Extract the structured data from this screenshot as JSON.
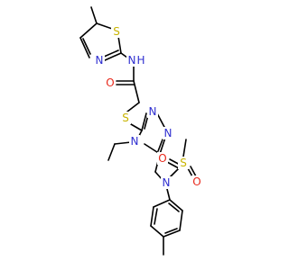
{
  "molecule": {
    "atoms": [
      {
        "id": "n_amide",
        "text": "N",
        "color": "#2f2fd0"
      },
      {
        "id": "h_amide",
        "text": "H",
        "color": "#2f2fd0"
      },
      {
        "id": "o_carbonyl",
        "text": "O",
        "color": "#e8291c"
      },
      {
        "id": "s_thiazole",
        "text": "S",
        "color": "#c8b400"
      },
      {
        "id": "n_thiazole",
        "text": "N",
        "color": "#2f2fd0"
      },
      {
        "id": "s_thioether",
        "text": "S",
        "color": "#c8b400"
      },
      {
        "id": "n_triazole_1",
        "text": "N",
        "color": "#2f2fd0"
      },
      {
        "id": "n_triazole_2",
        "text": "N",
        "color": "#2f2fd0"
      },
      {
        "id": "n_triazole_4",
        "text": "N",
        "color": "#2f2fd0"
      },
      {
        "id": "n_sulfonamide",
        "text": "N",
        "color": "#2f2fd0"
      },
      {
        "id": "s_sulfonyl",
        "text": "S",
        "color": "#c8b400"
      },
      {
        "id": "o_sulfonyl_1",
        "text": "O",
        "color": "#e8291c"
      },
      {
        "id": "o_sulfonyl_2",
        "text": "O",
        "color": "#e8291c"
      }
    ]
  }
}
